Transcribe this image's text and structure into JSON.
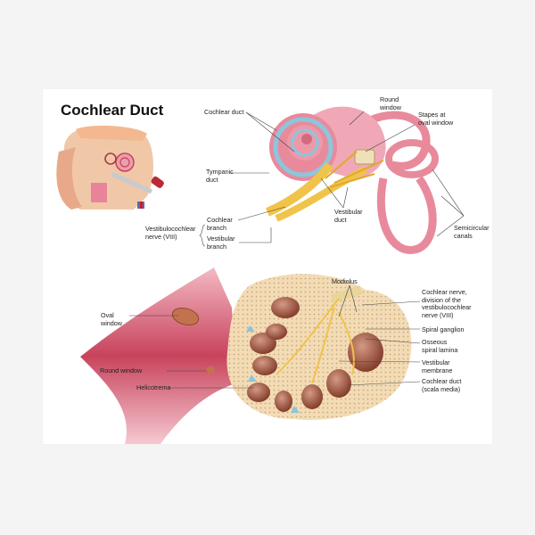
{
  "title": "Cochlear Duct",
  "colors": {
    "background": "#f4f4f4",
    "card": "#ffffff",
    "tissue_pink": "#e88a9c",
    "tissue_dark": "#c8435c",
    "fluid_blue": "#8cc6dc",
    "nerve_yellow": "#f0c34a",
    "bone": "#f3dcb5",
    "chamber_brown": "#9a4a34"
  },
  "top_diagram": {
    "labels": {
      "cochlear_duct": "Cochlear duct",
      "round_window": "Round\nwindow",
      "stapes": "Stapes at\noval window",
      "tympanic_duct": "Tympanic\nduct",
      "vestibular_duct": "Vestibular\nduct",
      "vestibulocochlear_nerve": "Vestibulocochlear\nnerve (VIII)",
      "cochlear_branch": "Cochlear\nbranch",
      "vestibular_branch": "Vestibular\nbranch",
      "semicircular_canals": "Semicircular\ncanals"
    }
  },
  "bottom_diagram": {
    "labels": {
      "oval_window": "Oval\nwindow",
      "round_window": "Round window",
      "helicotrema": "Helicotrema",
      "modiolus": "Modiolus",
      "cochlear_nerve": "Cochlear nerve,\ndivision of the\nvestibulocochlear\nnerve (VIII)",
      "spiral_ganglion": "Spiral ganglion",
      "osseous_lamina": "Osseous\nspiral lamina",
      "vestibular_membrane": "Vestibular\nmembrane",
      "cochlear_duct_media": "Cochlear duct\n(scala media)"
    }
  }
}
